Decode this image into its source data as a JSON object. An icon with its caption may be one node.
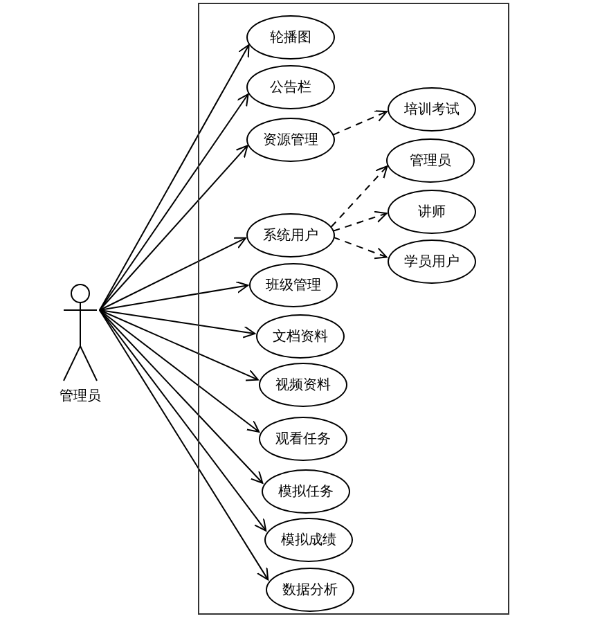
{
  "diagram": {
    "nodes": [
      {
        "text": [
          "管理员"
        ]
      },
      {
        "text": [],
        "shape": "box"
      },
      {
        "text": [
          "轮播图"
        ],
        "in": 1
      },
      {
        "text": [
          "公告栏"
        ],
        "in": 1
      },
      {
        "text": [
          "资源管理"
        ],
        "in": 1
      },
      {
        "text": [
          "系统用户"
        ],
        "in": 1
      },
      {
        "text": [
          "班级管理"
        ],
        "in": 1
      },
      {
        "text": [
          "文档资料"
        ],
        "in": 1
      },
      {
        "text": [
          "视频资料"
        ],
        "in": 1
      },
      {
        "text": [
          "观看任务"
        ],
        "in": 1
      },
      {
        "text": [
          "模拟任务"
        ],
        "in": 1
      },
      {
        "text": [
          "模拟成绩"
        ],
        "in": 1
      },
      {
        "text": [
          "数据分析"
        ],
        "in": 1
      },
      {
        "text": [
          "培训考试"
        ],
        "in": 1
      },
      {
        "text": [
          "管理员"
        ],
        "in": 1
      },
      {
        "text": [
          "讲师"
        ],
        "in": 1
      },
      {
        "text": [
          "学员用户"
        ],
        "in": 1
      }
    ],
    "edges": [
      {
        "from": 0,
        "to": 2,
        "arrow": "to"
      },
      {
        "from": 0,
        "to": 3,
        "arrow": "to"
      },
      {
        "from": 0,
        "to": 4,
        "arrow": "to"
      },
      {
        "from": 0,
        "to": 5,
        "arrow": "to"
      },
      {
        "from": 0,
        "to": 6,
        "arrow": "to"
      },
      {
        "from": 0,
        "to": 7,
        "arrow": "to"
      },
      {
        "from": 0,
        "to": 8,
        "arrow": "to"
      },
      {
        "from": 0,
        "to": 9,
        "arrow": "to"
      },
      {
        "from": 0,
        "to": 10,
        "arrow": "to"
      },
      {
        "from": 0,
        "to": 11,
        "arrow": "to"
      },
      {
        "from": 0,
        "to": 12,
        "arrow": "to"
      },
      {
        "from": 4,
        "to": 13,
        "arrow": "to",
        "style": "dashed"
      },
      {
        "from": 5,
        "to": 14,
        "arrow": "to",
        "style": "dashed"
      },
      {
        "from": 5,
        "to": 15,
        "arrow": "to",
        "style": "dashed"
      },
      {
        "from": 5,
        "to": 16,
        "arrow": "to",
        "style": "dashed"
      }
    ]
  }
}
